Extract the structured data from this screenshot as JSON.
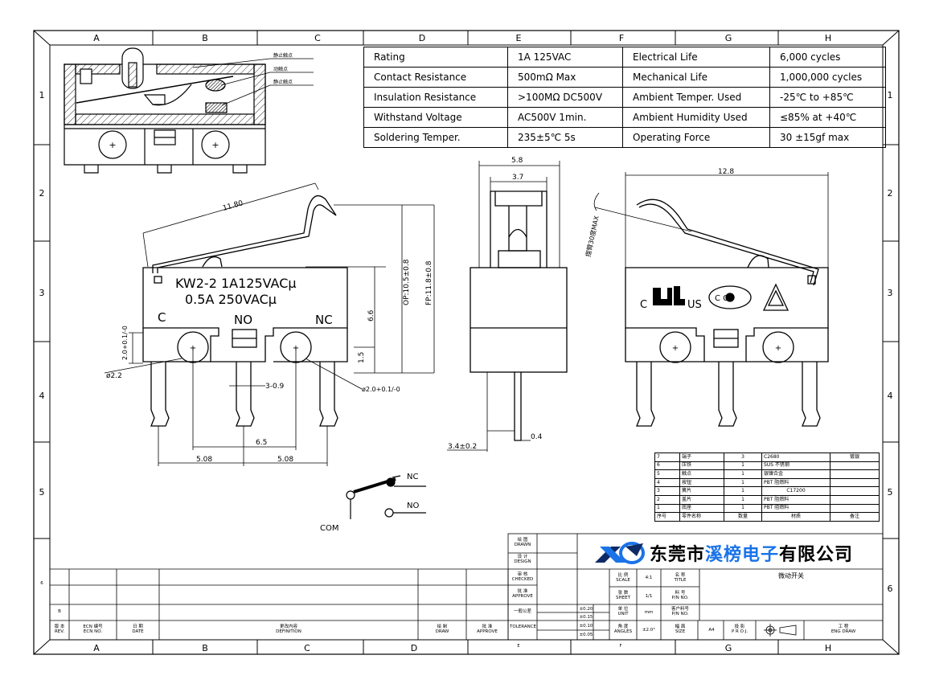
{
  "grid": {
    "top_cols": [
      "A",
      "B",
      "C",
      "D",
      "E",
      "F",
      "G",
      "H"
    ],
    "bottom_cols": [
      "A",
      "B",
      "C",
      "D",
      "E",
      "F",
      "G",
      "H"
    ],
    "rows": [
      "1",
      "2",
      "3",
      "4",
      "5",
      "6"
    ]
  },
  "spec_table": {
    "rows": [
      [
        "Rating",
        "1A 125VAC",
        "Electrical Life",
        "6,000 cycles"
      ],
      [
        "Contact Resistance",
        "500mΩ Max",
        "Mechanical Life",
        "1,000,000 cycles"
      ],
      [
        "Insulation Resistance",
        ">100MΩ DC500V",
        "Ambient Temper. Used",
        "-25℃ to +85℃"
      ],
      [
        "Withstand Voltage",
        "AC500V 1min.",
        "Ambient Humidity Used",
        "≤85% at +40℃"
      ],
      [
        "Soldering Temper.",
        "235±5℃ 5s",
        "Operating Force",
        "30 ±15gf max"
      ]
    ]
  },
  "section_labels": [
    "静止触点",
    "动触点",
    "静止触点"
  ],
  "front_view": {
    "marking_line1": "KW2-2 1A125VACμ",
    "marking_line2": "0.5A 250VACμ",
    "terminal_c": "C",
    "terminal_no": "NO",
    "terminal_nc": "NC",
    "dims": {
      "lever_len": "11.80",
      "op": "OP:10.5±0.8",
      "fp": "FP:11.8±0.8",
      "h66": "6.6",
      "h15": "1.5",
      "hole_h": "2.0+0.1/-0",
      "d22": "ø2.2",
      "d20": "ø2.0+0.1/-0",
      "pin_w": "3-0.9",
      "pitch65": "6.5",
      "pitch508a": "5.08",
      "pitch508b": "5.08"
    }
  },
  "side_view": {
    "dims": {
      "w58": "5.8",
      "w37": "3.7",
      "d34": "3.4±0.2",
      "t04": "0.4"
    }
  },
  "rear_view": {
    "dims": {
      "w128": "12.8",
      "lever_max": "摆臂30度MAX"
    },
    "cert_c": "C",
    "cert_us": "US",
    "cert_cqc": "C C"
  },
  "schematic": {
    "nc": "NC",
    "no": "NO",
    "com": "COM"
  },
  "bom": {
    "rows": [
      [
        "7",
        "端子",
        "3",
        "C2680",
        "镀银"
      ],
      [
        "6",
        "压铁",
        "1",
        "SUS 不锈钢",
        ""
      ],
      [
        "5",
        "触点",
        "1",
        "银镍合金",
        ""
      ],
      [
        "4",
        "按钮",
        "1",
        "PBT 阻燃料",
        ""
      ],
      [
        "3",
        "簧片",
        "1",
        "C17200",
        ""
      ],
      [
        "2",
        "盖片",
        "1",
        "PBT 阻燃料",
        ""
      ],
      [
        "1",
        "底座",
        "1",
        "PBT 阻燃料",
        ""
      ],
      [
        "序号",
        "零件名称",
        "数量",
        "材质",
        "备注"
      ]
    ]
  },
  "company": {
    "name_pre": "东莞市",
    "name_mid": "溪榜电子",
    "name_post": "有限公司",
    "colors": {
      "blue": "#1a73e8",
      "dark": "#0d2a66"
    }
  },
  "title_block": {
    "drawn": [
      "绘 图",
      "DRAWN"
    ],
    "design": [
      "设 计",
      "DESIGN"
    ],
    "checked": [
      "审 核",
      "CHECKED"
    ],
    "approve": [
      "批 准",
      "APPROVE"
    ],
    "general": "一般公差",
    "tolerance": "TOLERANCE",
    "tol_values": [
      "±0.20",
      "±0.15",
      "±0.10",
      "±0.05"
    ],
    "unit": [
      "单 位",
      "UNIT"
    ],
    "unit_value": "mm",
    "angles": [
      "角 度",
      "ANGLES"
    ],
    "angles_value": "±2.0°",
    "scale": [
      "比 例",
      "SCALE"
    ],
    "scale_value": "4:1",
    "sheet": [
      "张 数",
      "SHEET"
    ],
    "sheet_value": "1/1",
    "title": [
      "名 称",
      "TITLE"
    ],
    "title_value": "微动开关",
    "pn": [
      "料 号",
      "P/N NO."
    ],
    "customer_pn": [
      "客户料号",
      "P/N NO."
    ],
    "size": [
      "幅 面",
      "SIZE"
    ],
    "size_value": "A4",
    "proj": [
      "投 影",
      "P R O J."
    ],
    "eng": [
      "工 程",
      "ENG DRAW"
    ],
    "rev": [
      "版 本",
      "REV."
    ],
    "ecn": [
      "ECN 编号",
      "ECN NO."
    ],
    "date": [
      "日 期",
      "DATE"
    ],
    "definition": [
      "更改内容",
      "DEFINITION"
    ],
    "draw": [
      "绘 制",
      "DRAW"
    ],
    "approve2": [
      "批 准",
      "APPROVE"
    ],
    "left_mark_b": "B",
    "left_mark_6": "6"
  }
}
